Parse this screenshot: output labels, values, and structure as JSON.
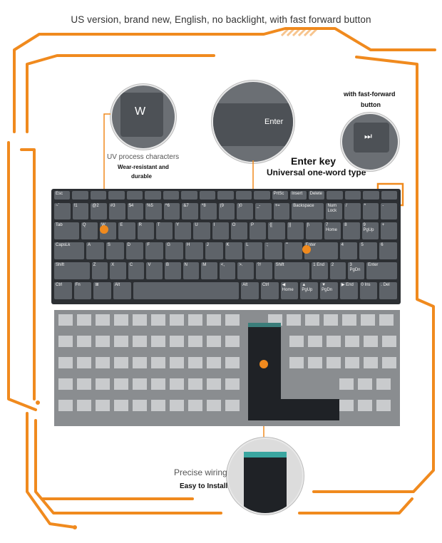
{
  "header": {
    "title": "US version, brand new, English, no backlight, with fast forward button"
  },
  "callouts": {
    "uv_title": "UV process characters",
    "uv_sub1": "Wear-resistant and",
    "uv_sub2": "durable",
    "enter_title": "Enter key",
    "enter_sub": "Universal one-word type",
    "ff_line1": "with fast-forward",
    "ff_line2": "button",
    "wiring_title": "Precise wiring",
    "wiring_sub": "Easy to Install"
  },
  "zoom_keys": {
    "w": "W",
    "enter": "Enter",
    "ff": "⏭"
  },
  "keyboard": {
    "rows": [
      [
        "Esc",
        "",
        "",
        "",
        "",
        "",
        "",
        "",
        "",
        "",
        "",
        "",
        "PrtSc",
        "Insert",
        "Delete",
        "",
        "",
        "",
        ""
      ],
      [
        "~`",
        "!1",
        "@2",
        "#3",
        "$4",
        "%5",
        "^6",
        "&7",
        "*8",
        "(9",
        ")0",
        "_-",
        "+=",
        "Backspace",
        "Num Lock",
        "/",
        "*",
        "-"
      ],
      [
        "Tab",
        "Q",
        "W",
        "E",
        "R",
        "T",
        "Y",
        "U",
        "I",
        "O",
        "P",
        "{[",
        "}]",
        "|\\",
        "7 Home",
        "8",
        "9 PgUp",
        "+"
      ],
      [
        "CapsLk",
        "A",
        "S",
        "D",
        "F",
        "G",
        "H",
        "J",
        "K",
        "L",
        ":;",
        "\"'",
        "Enter",
        "4",
        "5",
        "6"
      ],
      [
        "Shift",
        "Z",
        "X",
        "C",
        "V",
        "B",
        "N",
        "M",
        "<,",
        ">.",
        "?/",
        "Shift",
        "1 End",
        "2",
        "3 PgDn",
        "Enter"
      ],
      [
        "Ctrl",
        "Fn",
        "⊞",
        "Alt",
        "",
        "Alt",
        "Ctrl",
        "◀ Home",
        "▲ PgUp",
        "▼ PgDn",
        "▶ End",
        "0 Ins",
        ". Del"
      ]
    ]
  },
  "colors": {
    "accent": "#f08a1e",
    "key": "#5e6369",
    "board": "#2c2f33"
  }
}
